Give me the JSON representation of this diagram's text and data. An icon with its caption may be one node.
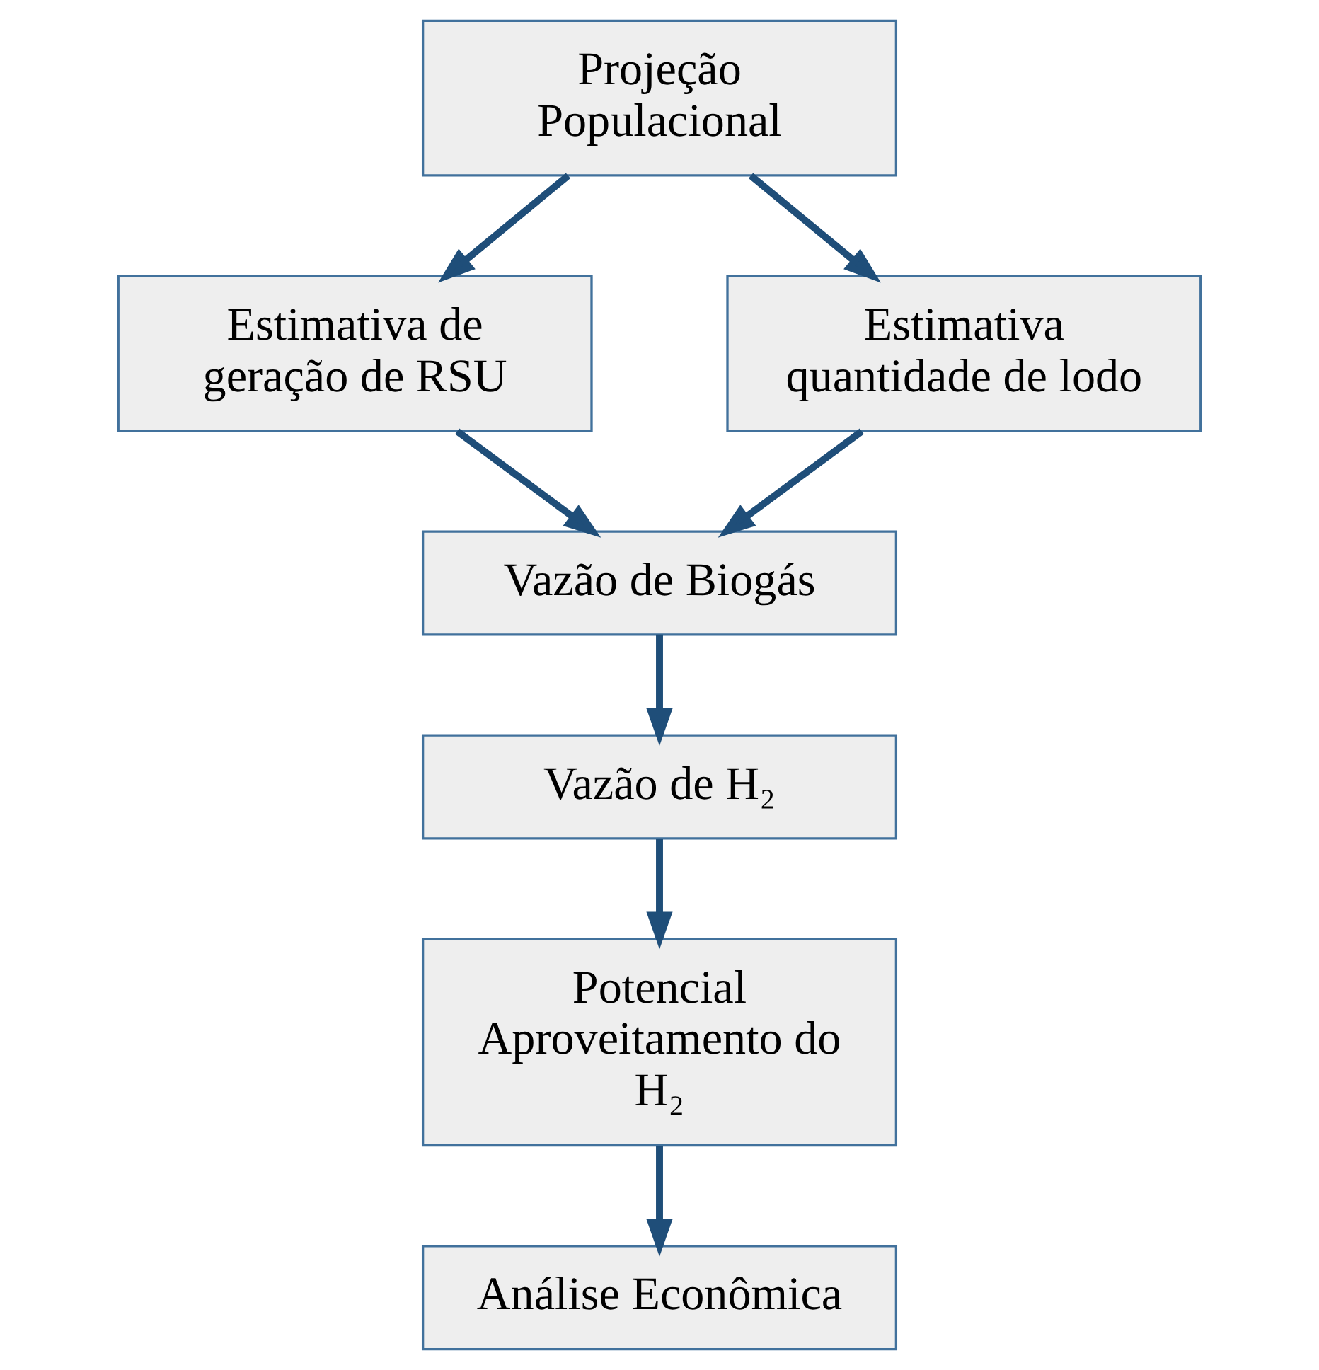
{
  "diagram": {
    "nodes": [
      {
        "text": [
          "Projeção Populacional"
        ]
      },
      {
        "text": [
          "Estimativa de geração de RSU"
        ]
      },
      {
        "text": [
          "Estimativa quantidade de lodo"
        ]
      },
      {
        "text": [
          "Vazão de Biogás"
        ]
      },
      {
        "text": [
          "Vazão de H₂"
        ]
      },
      {
        "text": [
          "Potencial Aproveitamento do H₂"
        ]
      },
      {
        "text": [
          "Análise Econômica"
        ]
      }
    ],
    "edges": [
      {
        "from": 0,
        "to": 1,
        "arrow": "to"
      },
      {
        "from": 0,
        "to": 2,
        "arrow": "to"
      },
      {
        "from": 1,
        "to": 3,
        "arrow": "to"
      },
      {
        "from": 2,
        "to": 3,
        "arrow": "to"
      },
      {
        "from": 3,
        "to": 4,
        "arrow": "to"
      },
      {
        "from": 4,
        "to": 5,
        "arrow": "to"
      },
      {
        "from": 5,
        "to": 6,
        "arrow": "to"
      }
    ]
  }
}
